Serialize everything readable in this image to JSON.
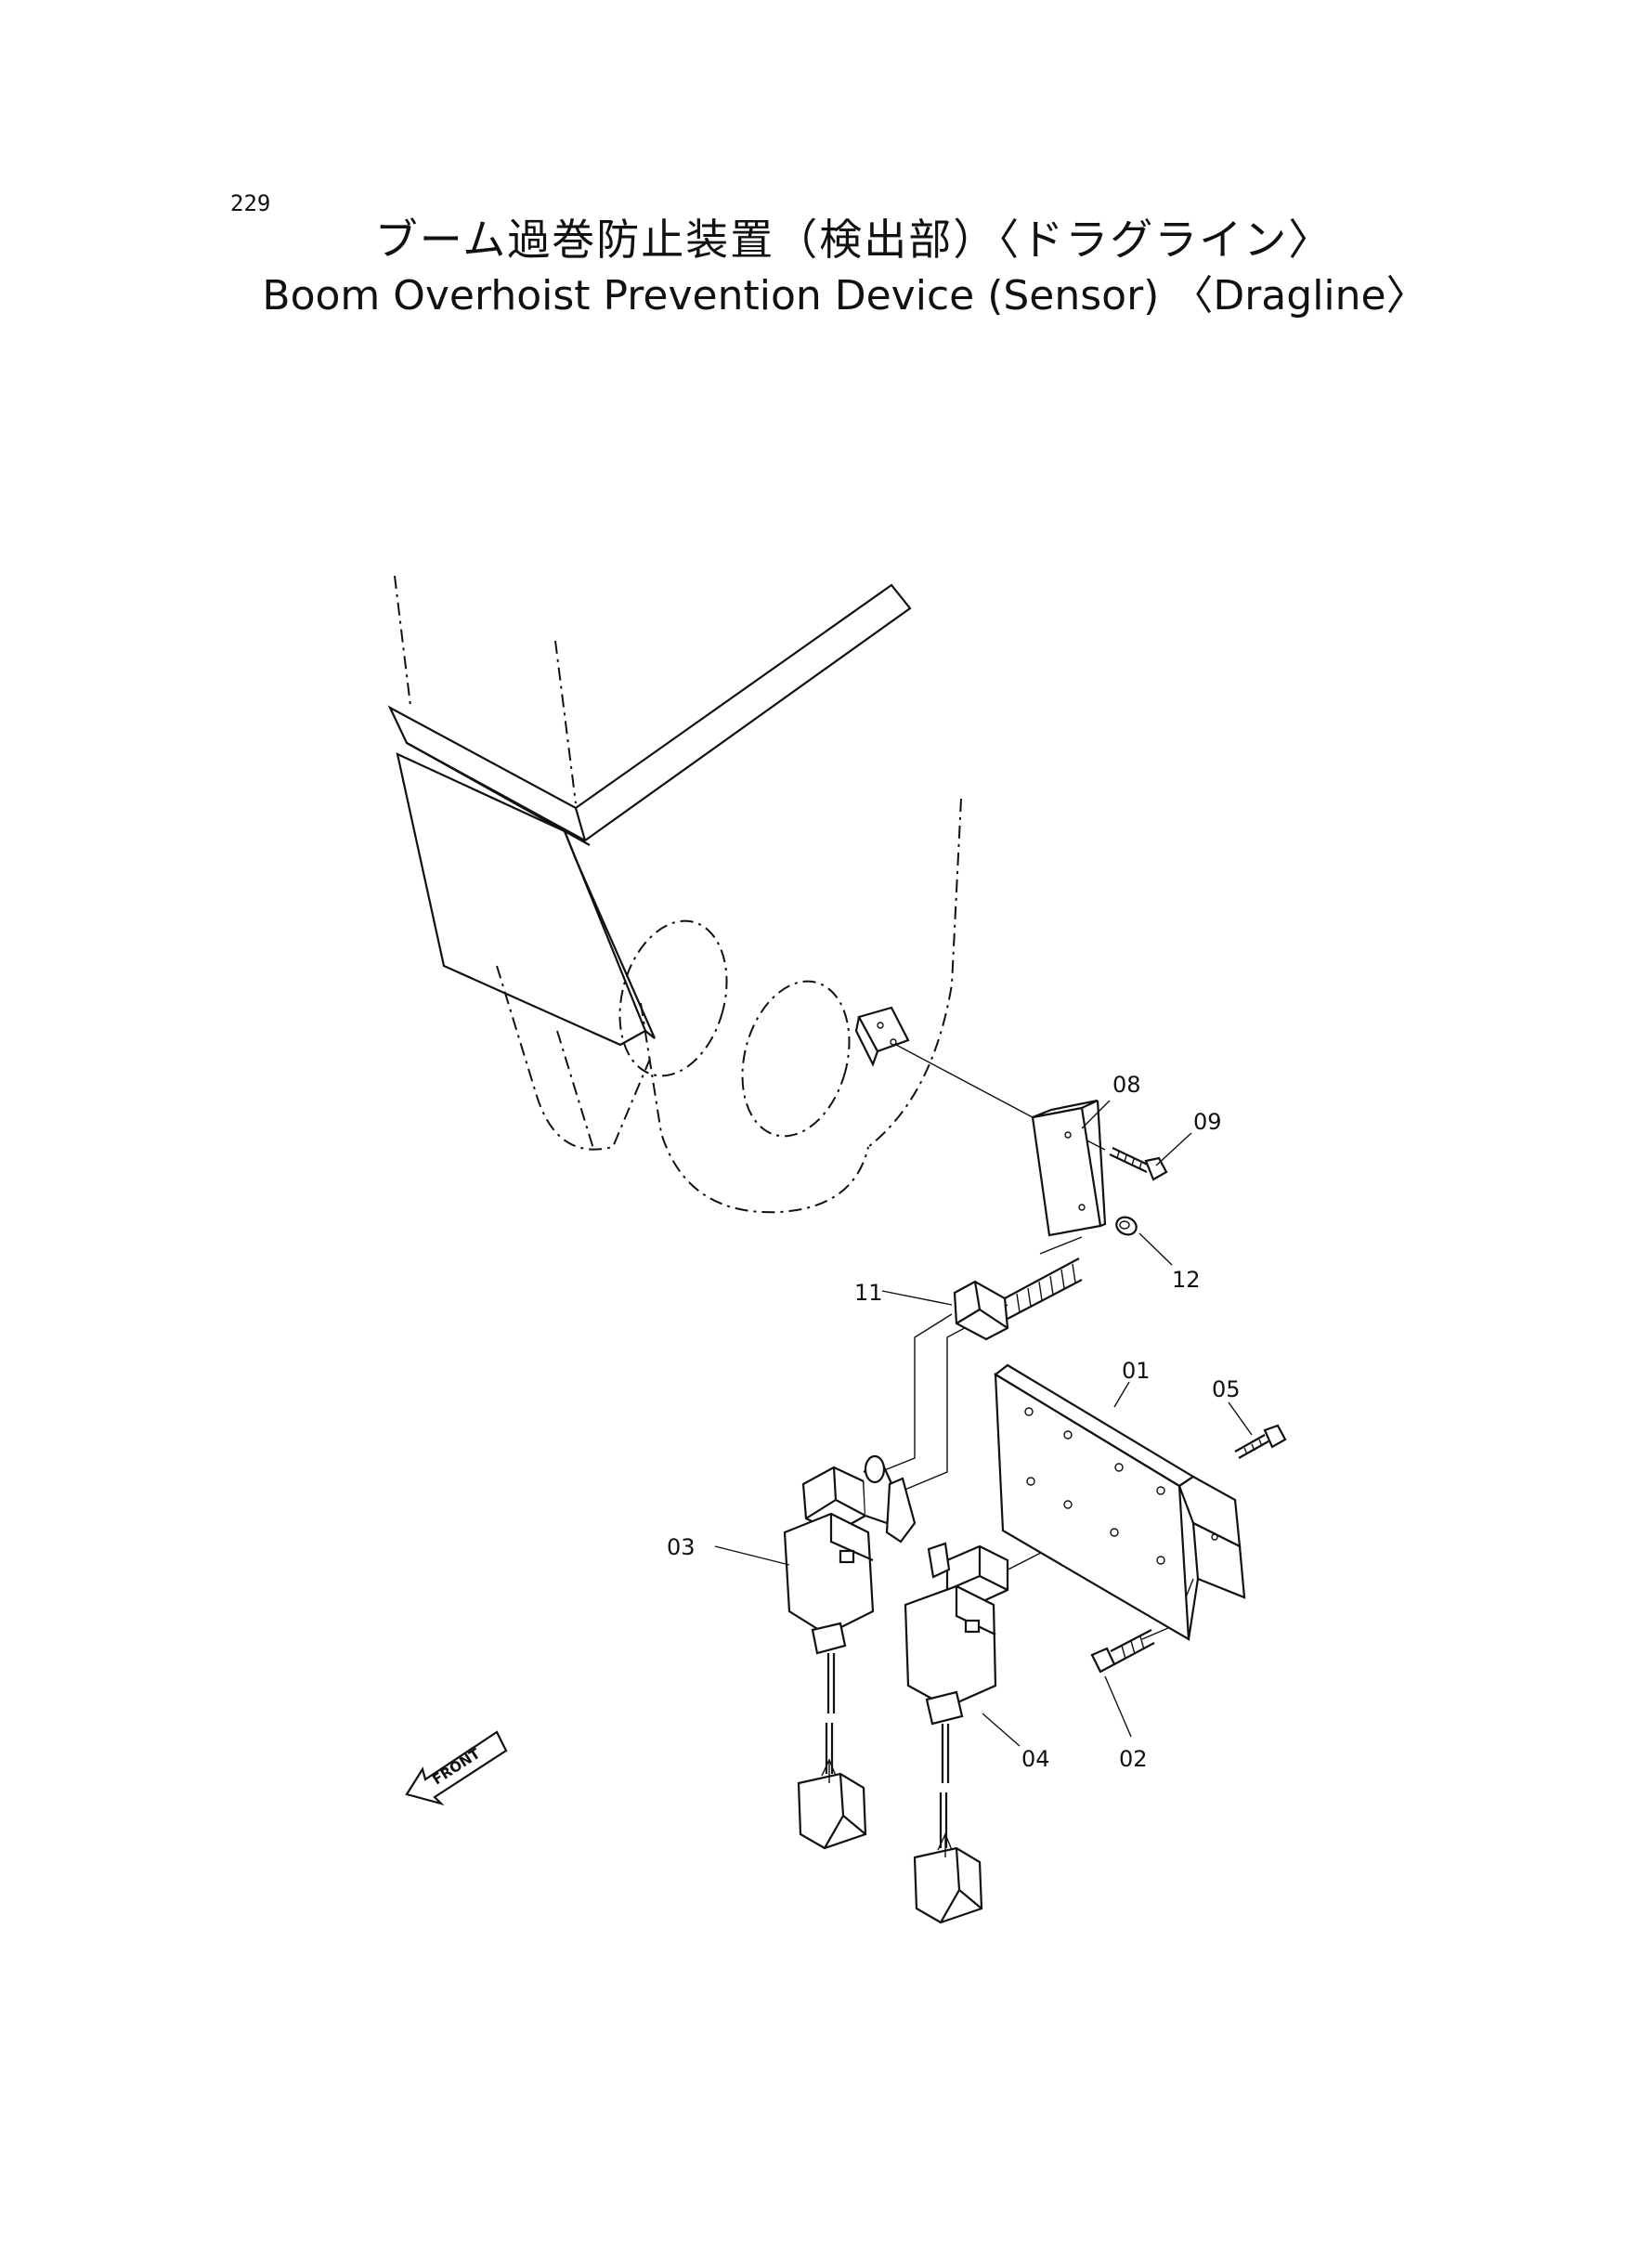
{
  "page_number": "229",
  "title_ja": "ブーム過巻防止装置（検出部）〈ドラグライン〉",
  "title_en": "Boom Overhoist Prevention Device (Sensor) 〈Dragline〉",
  "parts": {
    "p01": "01",
    "p02": "02",
    "p03": "03",
    "p04": "04",
    "p05": "05",
    "p08": "08",
    "p09": "09",
    "p11": "11",
    "p12": "12"
  },
  "front_label": "FRONT"
}
